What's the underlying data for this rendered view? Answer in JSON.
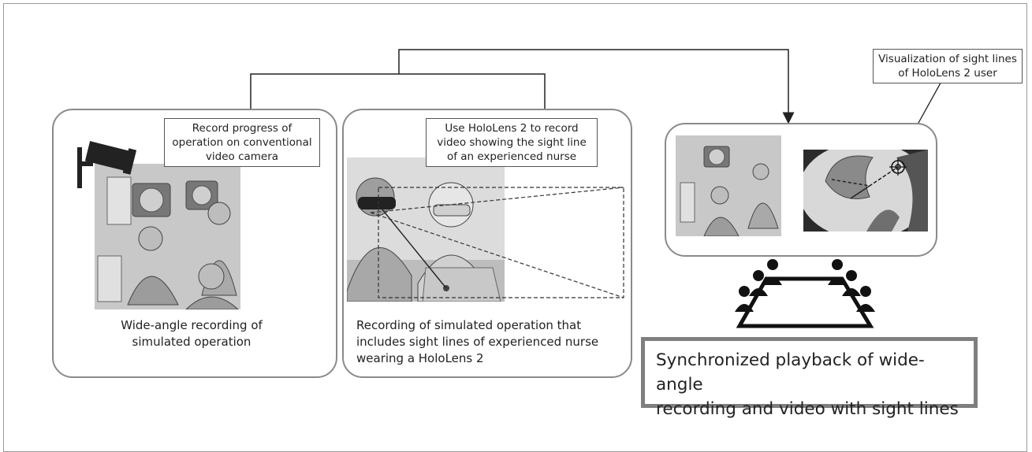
{
  "panels": {
    "wide_angle": {
      "callout": "Record progress of operation on conventional video camera",
      "callout_lines": [
        "Record progress of",
        "operation on conventional",
        "video camera"
      ],
      "caption_lines": [
        "Wide-angle recording of",
        "simulated operation"
      ]
    },
    "hololens": {
      "callout_lines": [
        "Use HoloLens 2 to record",
        "video showing the sight line",
        "of an experienced nurse"
      ],
      "caption_lines": [
        "Recording of simulated operation that",
        "includes sight lines of experienced nurse",
        "wearing a HoloLens 2"
      ]
    },
    "playback": {
      "callout_lines": [
        "Visualization of sight lines",
        "of HoloLens 2 user"
      ]
    }
  },
  "summary_lines": [
    "Synchronized playback of wide-angle",
    "recording and video with sight lines"
  ],
  "colors": {
    "line": "#222222",
    "panel_border": "#8a8a8a",
    "summary_border": "#7f7f7f",
    "illustration_gray": "#c8c8c8"
  }
}
